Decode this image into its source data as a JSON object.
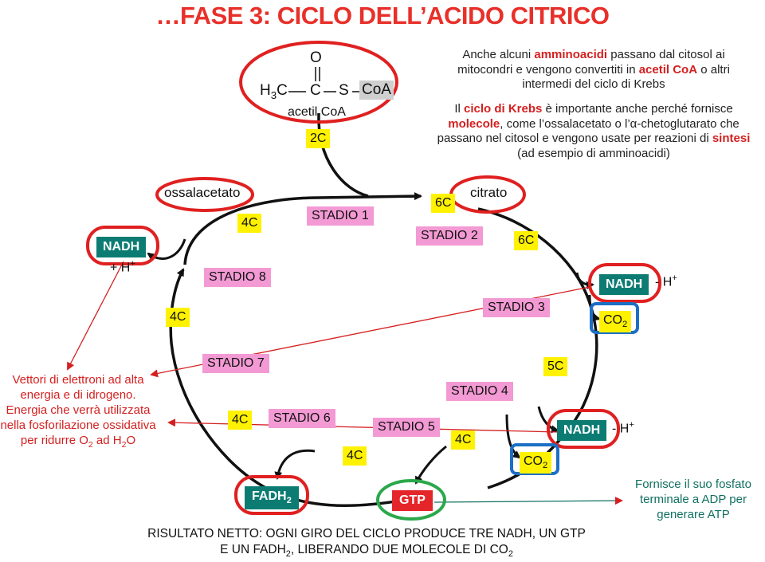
{
  "title": "…FASE 3: CICLO DELL’ACIDO CITRICO",
  "intro": {
    "p1": [
      "Anche alcuni ",
      "amminoacidi",
      " passano dal citosol ai mitocondri e vengono convertiti in ",
      "acetil CoA",
      " o altri intermedi del ciclo di Krebs"
    ],
    "p2": [
      "Il ",
      "ciclo di Krebs",
      " è importante anche perché fornisce ",
      "molecole",
      ", come l’ossalacetato o l’α-chetoglutarato che passano nel citosol e vengono usate per reazioni di ",
      "sintesi",
      " (ad esempio di amminoacidi)"
    ]
  },
  "acetyl_coa": {
    "o": "O",
    "h3c": "H",
    "h3c_sub": "3",
    "h3c_c": "C",
    "c": "C",
    "s": "S",
    "coa": "CoA",
    "name": "acetil CoA",
    "carbons": "2C"
  },
  "labels": {
    "ossalacetato": "ossalacetato",
    "citrato": "citrato",
    "h_plus_left": "+ H",
    "plus": "+",
    "h_plus_right": "H",
    "h_plus_bottom": "H"
  },
  "carbons": {
    "oxalo": "4C",
    "citrate": "6C",
    "isocitrate": "6C",
    "left": "4C",
    "fumarate": "4C",
    "malate": "4C",
    "succinate": "4C",
    "succinylcoa": "4C",
    "akg": "5C"
  },
  "stages": {
    "s1": "STADIO 1",
    "s2": "STADIO 2",
    "s3": "STADIO 3",
    "s4": "STADIO 4",
    "s5": "STADIO 5",
    "s6": "STADIO 6",
    "s7": "STADIO 7",
    "s8": "STADIO 8"
  },
  "products": {
    "nadh": "NADH",
    "co2": "CO",
    "co2_sub": "2",
    "fadh": "FADH",
    "fadh_sub": "2",
    "gtp": "GTP"
  },
  "notes": {
    "left": [
      "Vettori di elettroni ad alta energia e di idrogeno.",
      "Energia che verrà utilizzata nella fosforilazione ossidativa per ridurre O",
      "2",
      " ad H",
      "2",
      "O"
    ],
    "right": "Fornisce il suo fosfato terminale a ADP per generare ATP"
  },
  "footer": {
    "line1": "RISULTATO NETTO: OGNI GIRO DEL CICLO PRODUCE TRE NADH, UN GTP",
    "line2": [
      "E UN  FADH",
      "2",
      ", LIBERANDO DUE MOLECOLE DI CO",
      "2"
    ]
  },
  "colors": {
    "title": "#e8302a",
    "stage_pink": "#f39ad4",
    "carbon_yellow": "#fff200",
    "carrier_teal": "#0c7c73",
    "gtp_red": "#e4262b",
    "circle_red": "#e02020",
    "circle_green": "#2aa84a",
    "circle_blue": "#1b6fc4"
  }
}
